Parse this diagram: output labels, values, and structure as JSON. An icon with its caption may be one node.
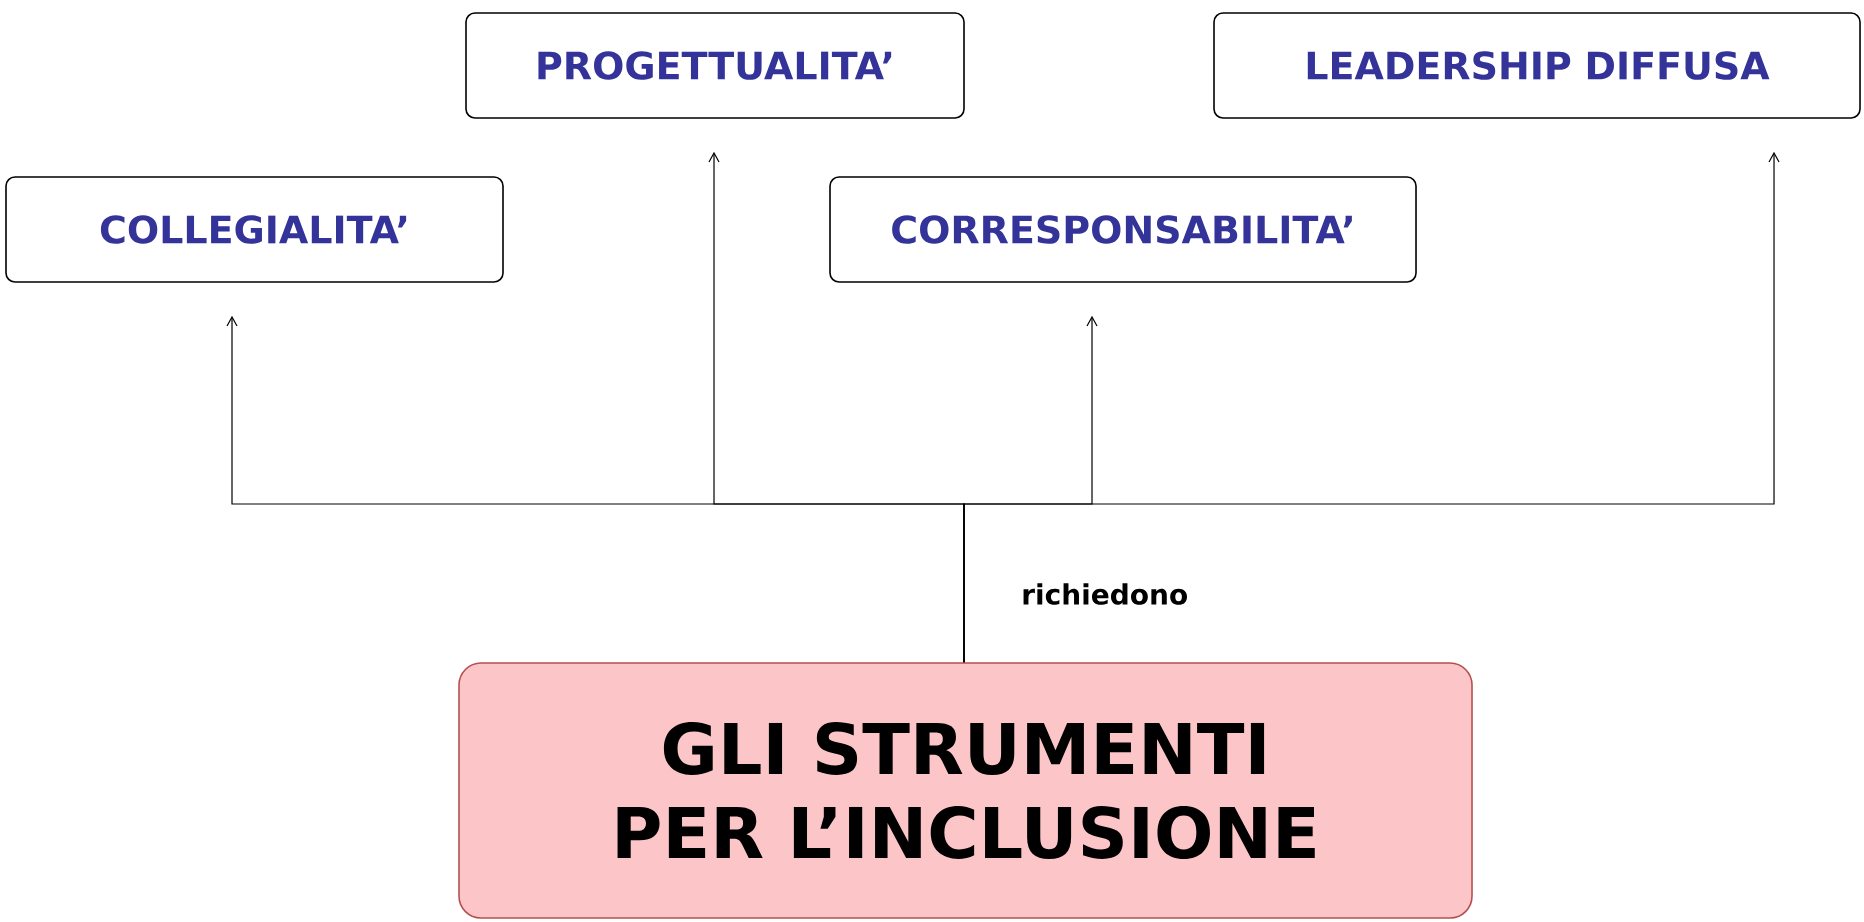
{
  "diagram": {
    "nodes": [
      {
        "text": [
          "PROGETTUALITA’"
        ]
      },
      {
        "text": [
          "LEADERSHIP DIFFUSA"
        ]
      },
      {
        "text": [
          "COLLEGIALITA’"
        ]
      },
      {
        "text": [
          "CORRESPONSABILITA’"
        ]
      },
      {
        "text": [
          "GLI STRUMENTI PER L’INCLUSIONE"
        ]
      }
    ],
    "edges": [
      {
        "from": 4,
        "to": 2,
        "arrow": "to",
        "label": "richiedono"
      },
      {
        "from": 4,
        "to": 0,
        "arrow": "to"
      },
      {
        "from": 4,
        "to": 3,
        "arrow": "to"
      },
      {
        "from": 4,
        "to": 1,
        "arrow": "to"
      }
    ]
  }
}
